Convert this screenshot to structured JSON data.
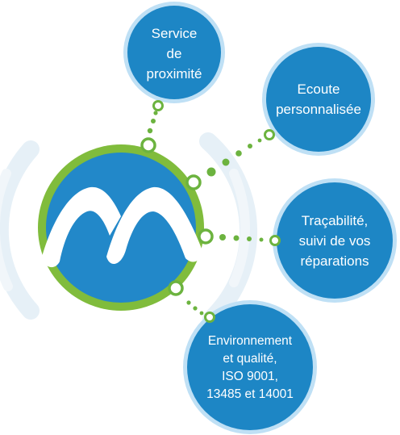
{
  "colors": {
    "bubble": "#1d86c5",
    "bubble_ring": "#bfe0f5",
    "hub_fill": "#2288c9",
    "hub_ring": "#80bc3c",
    "connector": "#6cb33f",
    "halo": "#e6f0f7"
  },
  "logo": {
    "mark_icon": "stylized-m-logo-icon"
  },
  "bubbles": [
    {
      "id": "service",
      "lines": [
        "Service",
        "de",
        "proximité"
      ]
    },
    {
      "id": "ecoute",
      "lines": [
        "Ecoute",
        "personnalisée"
      ]
    },
    {
      "id": "tracabilite",
      "lines": [
        "Traçabilité,",
        "suivi de vos",
        "réparations"
      ]
    },
    {
      "id": "environnement",
      "lines": [
        "Environnement",
        "et qualité,",
        "ISO 9001,",
        "13485 et 14001"
      ]
    }
  ]
}
